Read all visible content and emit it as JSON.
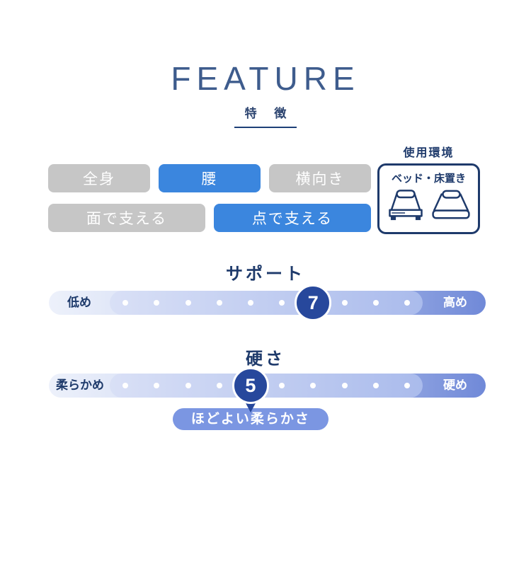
{
  "header": {
    "title": "FEATURE",
    "subtitle": "特 徴"
  },
  "tags": {
    "rows": [
      [
        {
          "label": "全身",
          "active": false
        },
        {
          "label": "腰",
          "active": true
        },
        {
          "label": "横向き",
          "active": false
        }
      ],
      [
        {
          "label": "面で支える",
          "active": false
        },
        {
          "label": "点で支える",
          "active": true
        }
      ]
    ]
  },
  "usage": {
    "label": "使用環境",
    "value": "ベッド・床置き",
    "icons": [
      "bed-icon",
      "floor-mattress-icon"
    ]
  },
  "scales": [
    {
      "name": "サポート",
      "left_label": "低め",
      "right_label": "高め",
      "value": 7,
      "max": 10
    },
    {
      "name": "硬さ",
      "left_label": "柔らかめ",
      "right_label": "硬め",
      "value": 5,
      "max": 10,
      "badge": "ほどよい柔らかさ"
    }
  ],
  "colors": {
    "navy": "#1e3a6b",
    "title-blue": "#3e5c8d",
    "marker-navy": "#27489c",
    "chip-blue": "#3b86de",
    "chip-gray": "#c6c6c6",
    "bar-light": "#edf1fb",
    "bar-dark": "#7089d8",
    "inner-light": "#d9e0f6",
    "inner-dark": "#aabbec",
    "badge-blue": "#7b96e2"
  }
}
